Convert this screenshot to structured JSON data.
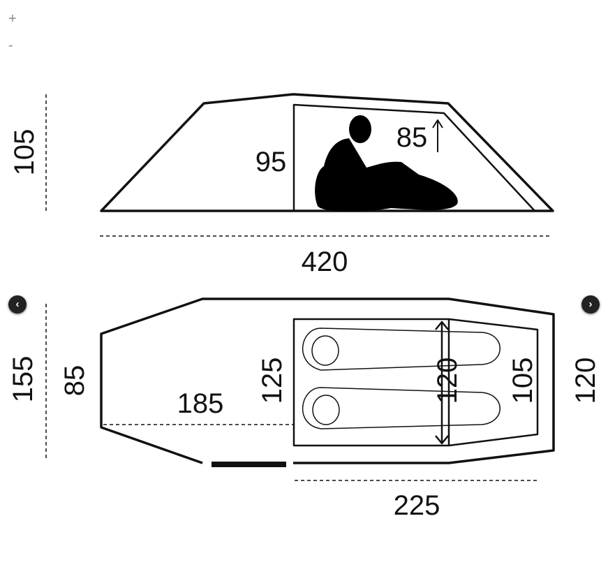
{
  "viewer": {
    "zoom_in_label": "+",
    "zoom_out_label": "-",
    "prev_icon": "chevron-left-icon",
    "next_icon": "chevron-right-icon",
    "prev_glyph": "‹",
    "next_glyph": "›"
  },
  "diagram": {
    "side_view": {
      "total_height": "105",
      "inner_height": "95",
      "sitting_height": "85",
      "total_length": "420"
    },
    "top_view": {
      "total_width": "155",
      "vestibule_width": "85",
      "vestibule_length": "185",
      "inner_width_front": "125",
      "sleeping_width": "120",
      "inner_width_back": "105",
      "back_width": "120",
      "inner_length": "225"
    }
  }
}
